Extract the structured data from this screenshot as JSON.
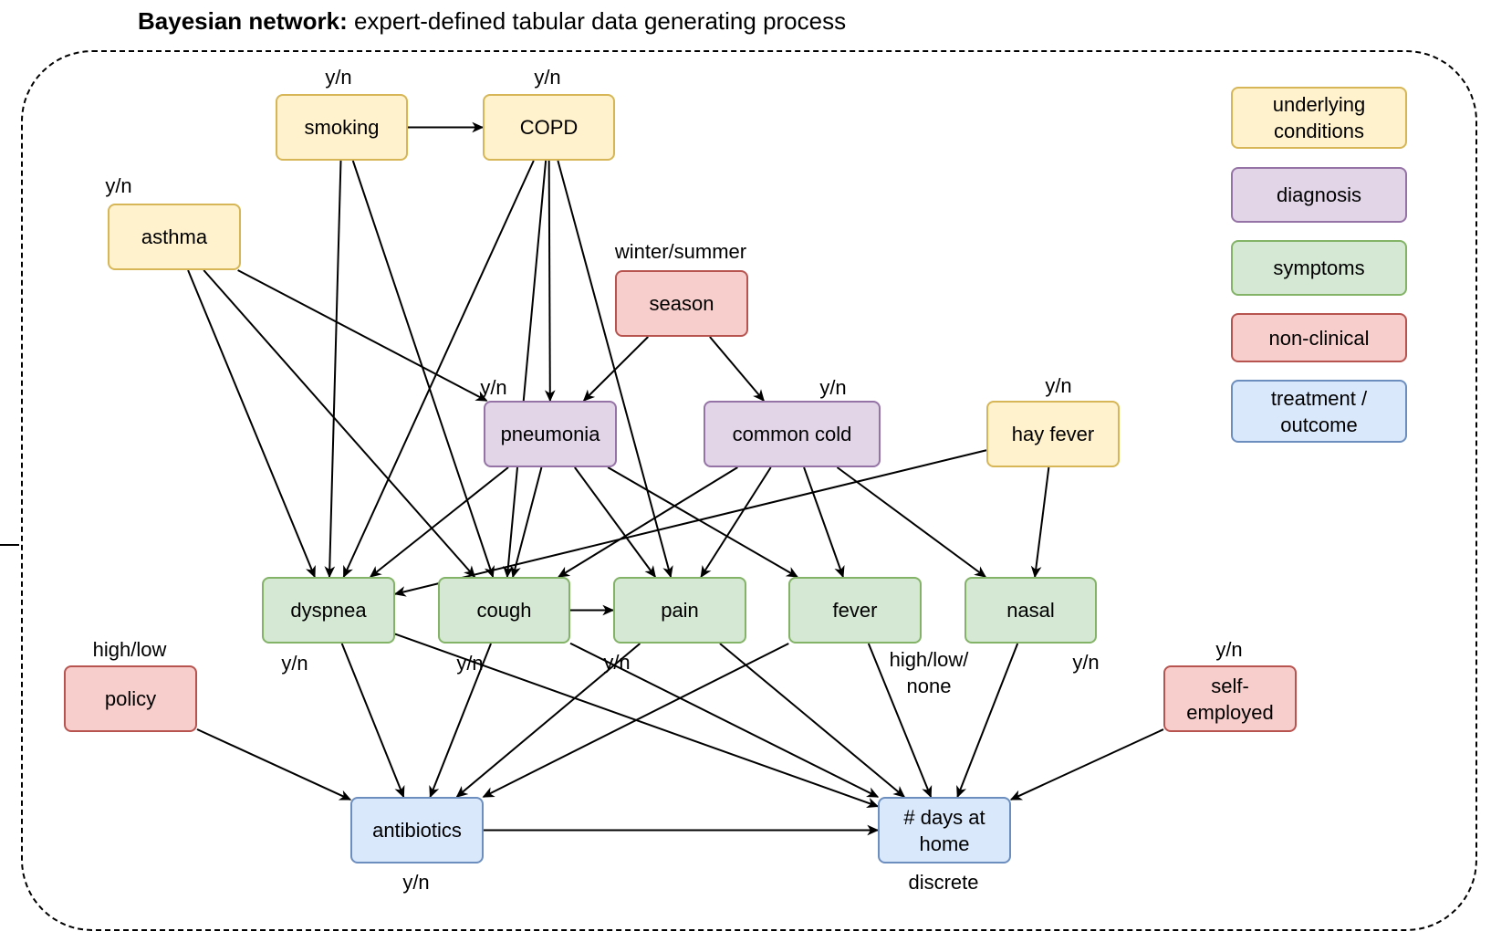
{
  "title": {
    "bold": "Bayesian network:",
    "rest": " expert-defined tabular data generating process"
  },
  "colors": {
    "underlying": {
      "fill": "#fff2cc",
      "stroke": "#d6b656"
    },
    "diagnosis": {
      "fill": "#e1d5e7",
      "stroke": "#9673a6"
    },
    "symptoms": {
      "fill": "#d5e8d4",
      "stroke": "#82b366"
    },
    "nonclinical": {
      "fill": "#f8cecc",
      "stroke": "#b85450"
    },
    "treatment": {
      "fill": "#dae8fc",
      "stroke": "#6c8ebf"
    }
  },
  "legend": {
    "underlying": "underlying conditions",
    "diagnosis": "diagnosis",
    "symptoms": "symptoms",
    "nonclinical": "non-clinical",
    "treatment": "treatment / outcome"
  },
  "nodes": {
    "smoking": {
      "label": "smoking",
      "values": "y/n"
    },
    "copd": {
      "label": "COPD",
      "values": "y/n"
    },
    "asthma": {
      "label": "asthma",
      "values": "y/n"
    },
    "season": {
      "label": "season",
      "values": "winter/summer"
    },
    "pneumonia": {
      "label": "pneumonia",
      "values": "y/n"
    },
    "common_cold": {
      "label": "common cold",
      "values": "y/n"
    },
    "hay_fever": {
      "label": "hay fever",
      "values": "y/n"
    },
    "dyspnea": {
      "label": "dyspnea",
      "values": "y/n"
    },
    "cough": {
      "label": "cough",
      "values": "y/n"
    },
    "pain": {
      "label": "pain",
      "values": "y/n"
    },
    "fever": {
      "label": "fever",
      "values": "high/low/ none"
    },
    "nasal": {
      "label": "nasal",
      "values": "y/n"
    },
    "policy": {
      "label": "policy",
      "values": "high/low"
    },
    "self_employed": {
      "label": "self- employed",
      "values": "y/n"
    },
    "antibiotics": {
      "label": "antibiotics",
      "values": "y/n"
    },
    "days_at_home": {
      "label": "# days at home",
      "values": "discrete"
    }
  },
  "edges": [
    [
      "smoking",
      "copd"
    ],
    [
      "smoking",
      "dyspnea"
    ],
    [
      "smoking",
      "cough"
    ],
    [
      "copd",
      "dyspnea"
    ],
    [
      "copd",
      "cough"
    ],
    [
      "copd",
      "pneumonia"
    ],
    [
      "copd",
      "pain"
    ],
    [
      "asthma",
      "dyspnea"
    ],
    [
      "asthma",
      "cough"
    ],
    [
      "asthma",
      "pneumonia"
    ],
    [
      "season",
      "pneumonia"
    ],
    [
      "season",
      "common_cold"
    ],
    [
      "pneumonia",
      "dyspnea"
    ],
    [
      "pneumonia",
      "cough"
    ],
    [
      "pneumonia",
      "pain"
    ],
    [
      "pneumonia",
      "fever"
    ],
    [
      "common_cold",
      "cough"
    ],
    [
      "common_cold",
      "pain"
    ],
    [
      "common_cold",
      "fever"
    ],
    [
      "common_cold",
      "nasal"
    ],
    [
      "hay_fever",
      "dyspnea"
    ],
    [
      "hay_fever",
      "nasal"
    ],
    [
      "cough",
      "pain"
    ],
    [
      "dyspnea",
      "antibiotics"
    ],
    [
      "dyspnea",
      "days_at_home"
    ],
    [
      "cough",
      "antibiotics"
    ],
    [
      "cough",
      "days_at_home"
    ],
    [
      "pain",
      "antibiotics"
    ],
    [
      "pain",
      "days_at_home"
    ],
    [
      "fever",
      "antibiotics"
    ],
    [
      "fever",
      "days_at_home"
    ],
    [
      "nasal",
      "days_at_home"
    ],
    [
      "policy",
      "antibiotics"
    ],
    [
      "self_employed",
      "days_at_home"
    ],
    [
      "antibiotics",
      "days_at_home"
    ]
  ]
}
